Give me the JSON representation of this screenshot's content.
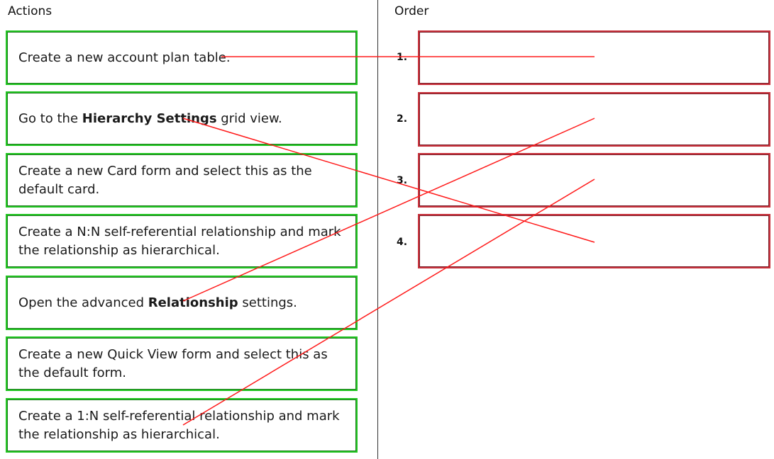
{
  "actions_heading": "Actions",
  "order_heading": "Order",
  "actions": [
    {
      "parts": [
        {
          "t": "Create a new account plan table."
        }
      ]
    },
    {
      "parts": [
        {
          "t": "Go to the "
        },
        {
          "t": "Hierarchy Settings",
          "b": true
        },
        {
          "t": " grid view."
        }
      ]
    },
    {
      "parts": [
        {
          "t": "Create a new Card form and select this as the default card."
        }
      ]
    },
    {
      "parts": [
        {
          "t": "Create a N:N self-referential relationship and mark the relationship as hierarchical."
        }
      ]
    },
    {
      "parts": [
        {
          "t": "Open the advanced "
        },
        {
          "t": "Relationship",
          "b": true
        },
        {
          "t": " settings."
        }
      ]
    },
    {
      "parts": [
        {
          "t": "Create a new Quick View form and select this as the default form."
        }
      ]
    },
    {
      "parts": [
        {
          "t": "Create a 1:N self-referential relationship and mark the relationship as hierarchical."
        }
      ]
    }
  ],
  "order_slots": [
    "1.",
    "2.",
    "3.",
    "4."
  ],
  "connections": [
    {
      "action_index": 0,
      "slot": 1
    },
    {
      "action_index": 4,
      "slot": 2
    },
    {
      "action_index": 6,
      "slot": 3
    },
    {
      "action_index": 1,
      "slot": 4
    }
  ],
  "colors": {
    "action_border": "#22c522",
    "slot_border": "#c8323c",
    "line": "#ff1a1a"
  }
}
